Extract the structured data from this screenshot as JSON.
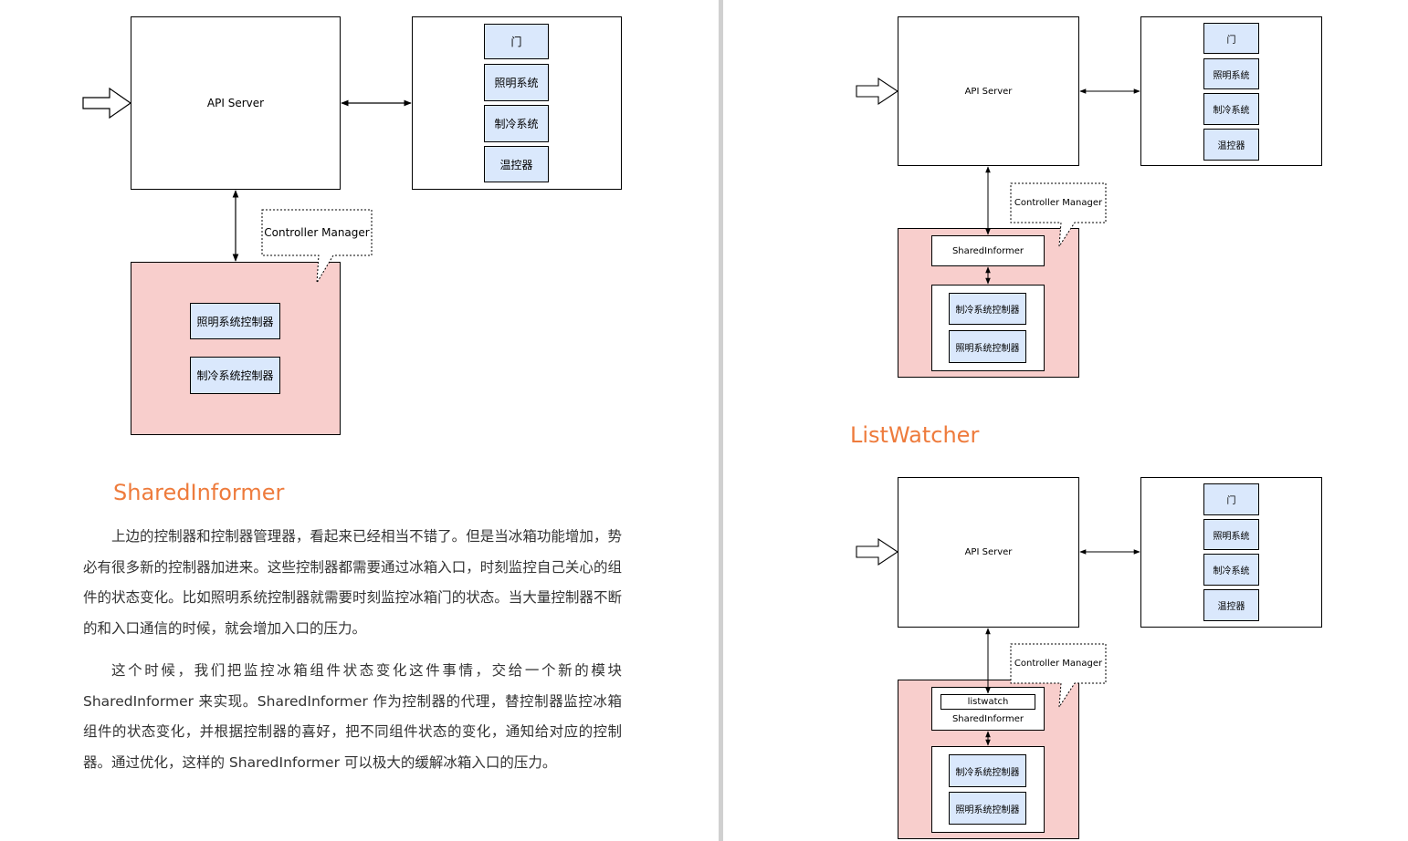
{
  "left_diagram": {
    "api_server": "API Server",
    "devices": [
      "门",
      "照明系统",
      "制冷系统",
      "温控器"
    ],
    "callout": "Controller Manager",
    "controllers": [
      "照明系统控制器",
      "制冷系统控制器"
    ]
  },
  "section_shared_informer": {
    "title": "SharedInformer",
    "paragraph1": "上边的控制器和控制器管理器，看起来已经相当不错了。但是当冰箱功能增加，势必有很多新的控制器加进来。这些控制器都需要通过冰箱入口，时刻监控自己关心的组件的状态变化。比如照明系统控制器就需要时刻监控冰箱门的状态。当大量控制器不断的和入口通信的时候，就会增加入口的压力。",
    "paragraph2": "这个时候，我们把监控冰箱组件状态变化这件事情，交给一个新的模块 SharedInformer 来实现。SharedInformer 作为控制器的代理，替控制器监控冰箱组件的状态变化，并根据控制器的喜好，把不同组件状态的变化，通知给对应的控制器。通过优化，这样的 SharedInformer 可以极大的缓解冰箱入口的压力。"
  },
  "right_diagram_top": {
    "api_server": "API Server",
    "devices": [
      "门",
      "照明系统",
      "制冷系统",
      "温控器"
    ],
    "callout": "Controller Manager",
    "informer": "SharedInformer",
    "controllers": [
      "制冷系统控制器",
      "照明系统控制器"
    ]
  },
  "section_list_watcher": {
    "title": "ListWatcher"
  },
  "right_diagram_bottom": {
    "api_server": "API Server",
    "devices": [
      "门",
      "照明系统",
      "制冷系统",
      "温控器"
    ],
    "callout": "Controller Manager",
    "listwatch": "listwatch",
    "informer": "SharedInformer",
    "controllers": [
      "制冷系统控制器",
      "照明系统控制器"
    ]
  }
}
